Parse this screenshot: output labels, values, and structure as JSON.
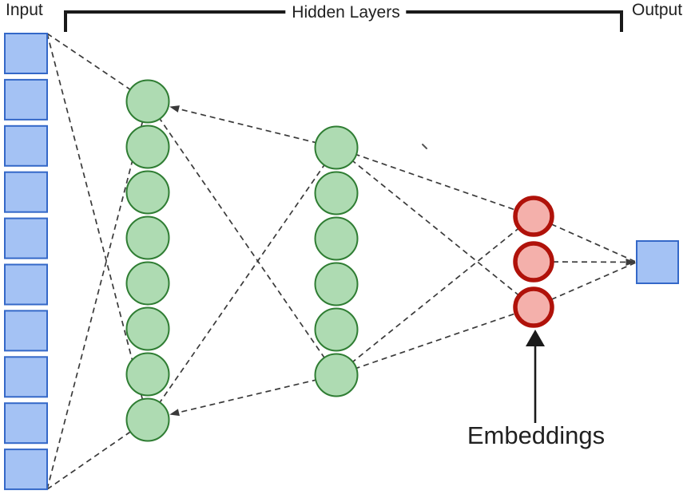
{
  "labels": {
    "input": "Input",
    "hidden_layers": "Hidden Layers",
    "output": "Output",
    "embeddings": "Embeddings"
  },
  "colors": {
    "node_blue_fill": "#a4c2f4",
    "node_blue_stroke": "#3468c8",
    "node_green_fill": "#aedbb2",
    "node_green_stroke": "#2f7d33",
    "node_red_fill": "#f4b0ab",
    "node_red_stroke": "#b0120a",
    "connection": "#3a3a3a",
    "annotation": "#1a1a1a"
  },
  "chart_data": {
    "type": "diagram",
    "description": "Feed-forward neural network (autoencoder-style) with bottleneck embedding layer",
    "layers": [
      {
        "id": "input",
        "shape": "square",
        "count": 10,
        "fill": "node_blue_fill",
        "stroke": "node_blue_stroke",
        "stroke_width": 2
      },
      {
        "id": "hidden1",
        "shape": "circle",
        "count": 8,
        "fill": "node_green_fill",
        "stroke": "node_green_stroke",
        "stroke_width": 2
      },
      {
        "id": "hidden2",
        "shape": "circle",
        "count": 6,
        "fill": "node_green_fill",
        "stroke": "node_green_stroke",
        "stroke_width": 2
      },
      {
        "id": "embeddings",
        "shape": "circle",
        "count": 3,
        "fill": "node_red_fill",
        "stroke": "node_red_stroke",
        "stroke_width": 5.5
      },
      {
        "id": "output",
        "shape": "square",
        "count": 1,
        "fill": "node_blue_fill",
        "stroke": "node_blue_stroke",
        "stroke_width": 2
      }
    ],
    "connections": [
      {
        "from": "input.0",
        "to": "hidden1.0"
      },
      {
        "from": "input.0",
        "to": "hidden1.7"
      },
      {
        "from": "input.9",
        "to": "hidden1.0"
      },
      {
        "from": "input.9",
        "to": "hidden1.7"
      },
      {
        "from": "hidden2.0",
        "to": "hidden1.0",
        "arrow": "to"
      },
      {
        "from": "hidden1.0",
        "to": "hidden2.5"
      },
      {
        "from": "hidden1.7",
        "to": "hidden2.0"
      },
      {
        "from": "hidden2.5",
        "to": "hidden1.7",
        "arrow": "to"
      },
      {
        "from": "hidden2.0",
        "to": "embeddings.0"
      },
      {
        "from": "hidden2.0",
        "to": "embeddings.2"
      },
      {
        "from": "hidden2.5",
        "to": "embeddings.0"
      },
      {
        "from": "hidden2.5",
        "to": "embeddings.2"
      },
      {
        "from": "embeddings.0",
        "to": "output.0"
      },
      {
        "from": "embeddings.1",
        "to": "output.0",
        "arrow": "to"
      },
      {
        "from": "embeddings.2",
        "to": "output.0"
      }
    ],
    "bracket": {
      "label": "Hidden Layers",
      "spans_layers": [
        "hidden1",
        "hidden2",
        "embeddings"
      ]
    },
    "pointer": {
      "label": "Embeddings",
      "points_to": "embeddings.2"
    }
  }
}
